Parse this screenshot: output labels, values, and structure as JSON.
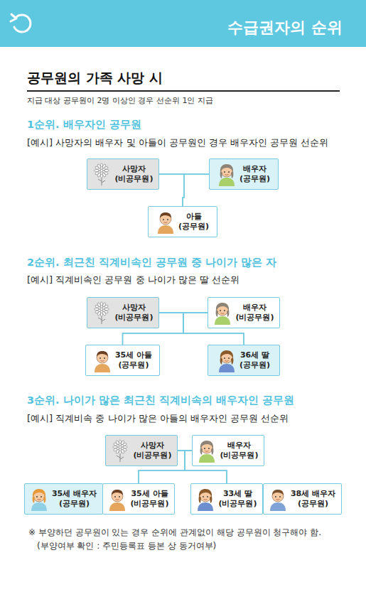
{
  "diagram": {
    "title": "수급권자의 순위",
    "nodes": [
      {
        "text": [
          "사망자 (비공무원)"
        ]
      },
      {
        "text": [
          "배우자 (공무원)"
        ]
      },
      {
        "text": [
          "아들 (공무원)"
        ]
      },
      {
        "text": [
          "사망자 (비공무원)"
        ]
      },
      {
        "text": [
          "배우자 (비공무원)"
        ]
      },
      {
        "text": [
          "35세 아들 (공무원)"
        ]
      },
      {
        "text": [
          "36세 딸 (공무원)"
        ]
      },
      {
        "text": [
          "사망자 (비공무원)"
        ]
      },
      {
        "text": [
          "배우자 (비공무원)"
        ]
      },
      {
        "text": [
          "35세 배우자 (공무원)"
        ]
      },
      {
        "text": [
          "35세 아들 (비공무원)"
        ]
      },
      {
        "text": [
          "33세 딸 (비공무원)"
        ]
      },
      {
        "text": [
          "38세 배우자 (공무원)"
        ]
      }
    ],
    "edges": [
      {
        "from": 0,
        "to": 1,
        "arrow": "none"
      },
      {
        "from": 0,
        "to": 2,
        "arrow": "none"
      },
      {
        "from": 1,
        "to": 2,
        "arrow": "none"
      },
      {
        "from": 3,
        "to": 4,
        "arrow": "none"
      },
      {
        "from": 3,
        "to": 5,
        "arrow": "none"
      },
      {
        "from": 4,
        "to": 5,
        "arrow": "none"
      },
      {
        "from": 3,
        "to": 6,
        "arrow": "none"
      },
      {
        "from": 4,
        "to": 6,
        "arrow": "none"
      },
      {
        "from": 7,
        "to": 8,
        "arrow": "none"
      },
      {
        "from": 7,
        "to": 10,
        "arrow": "none"
      },
      {
        "from": 8,
        "to": 10,
        "arrow": "none"
      },
      {
        "from": 7,
        "to": 11,
        "arrow": "none"
      },
      {
        "from": 8,
        "to": 11,
        "arrow": "none"
      },
      {
        "from": 9,
        "to": 10,
        "arrow": "none"
      },
      {
        "from": 11,
        "to": 12,
        "arrow": "none"
      }
    ],
    "labels": [
      "공무원의 가족 사망 시",
      "지급 대상 공무원이 2명 이상인 경우 선순위 1인 지급",
      "1순위. 배우자인 공무원",
      "[예시] 사망자의 배우자 및 아들이 공무원인 경우 배우자인 공무원 선순위",
      "2순위. 최근친 직계비속인 공무원 중 나이가 많은 자",
      "[예시] 직계비속인 공무원 중 나이가 많은 딸 선순위",
      "3순위. 나이가 많은 최근친 직계비속의 배우자인 공무원",
      "[예시] 직계비속 중 나이가 많은 아들의 배우자인 공무원 선순위",
      "※ 부양하던 공무원이 있는 경우 순위에 관계없이 해당 공무원이 청구해야 함.",
      "(부양여부 확인 : 주민등록표 등본 상 동거여부)"
    ]
  }
}
